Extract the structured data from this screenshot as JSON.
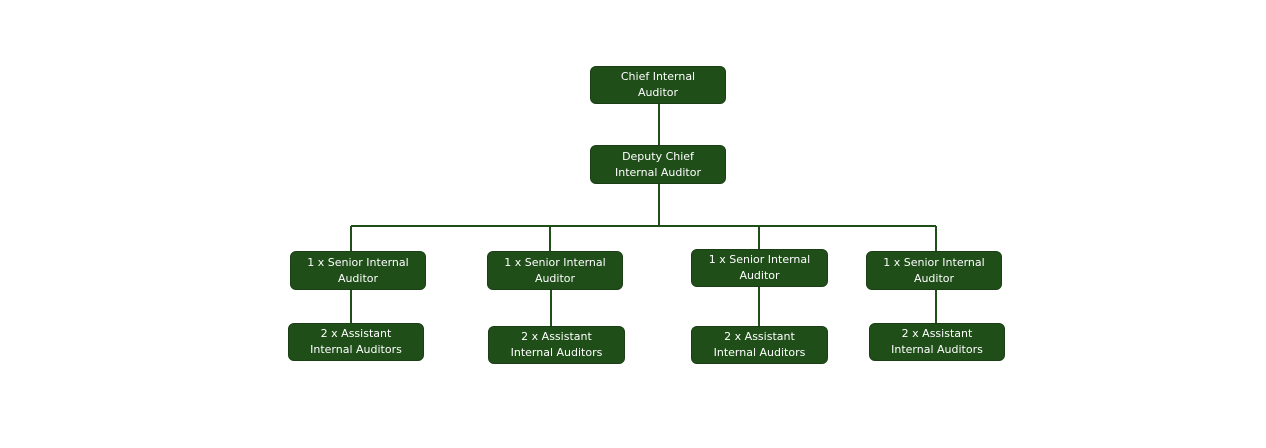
{
  "colors": {
    "node_fill": "#1f4e19",
    "node_text": "#ffffff",
    "connector": "#1f4e19",
    "background": "#ffffff"
  },
  "chart": {
    "root": {
      "label": "Chief Internal\nAuditor"
    },
    "deputy": {
      "label": "Deputy Chief\nInternal Auditor"
    },
    "branches": [
      {
        "senior": {
          "label": "1 x Senior Internal\nAuditor"
        },
        "assistant": {
          "label": "2 x Assistant\nInternal Auditors"
        }
      },
      {
        "senior": {
          "label": "1 x Senior Internal\nAuditor"
        },
        "assistant": {
          "label": "2 x Assistant\nInternal Auditors"
        }
      },
      {
        "senior": {
          "label": "1 x Senior Internal\nAuditor"
        },
        "assistant": {
          "label": "2 x Assistant\nInternal Auditors"
        }
      },
      {
        "senior": {
          "label": "1 x Senior Internal\nAuditor"
        },
        "assistant": {
          "label": "2 x Assistant\nInternal Auditors"
        }
      }
    ]
  }
}
